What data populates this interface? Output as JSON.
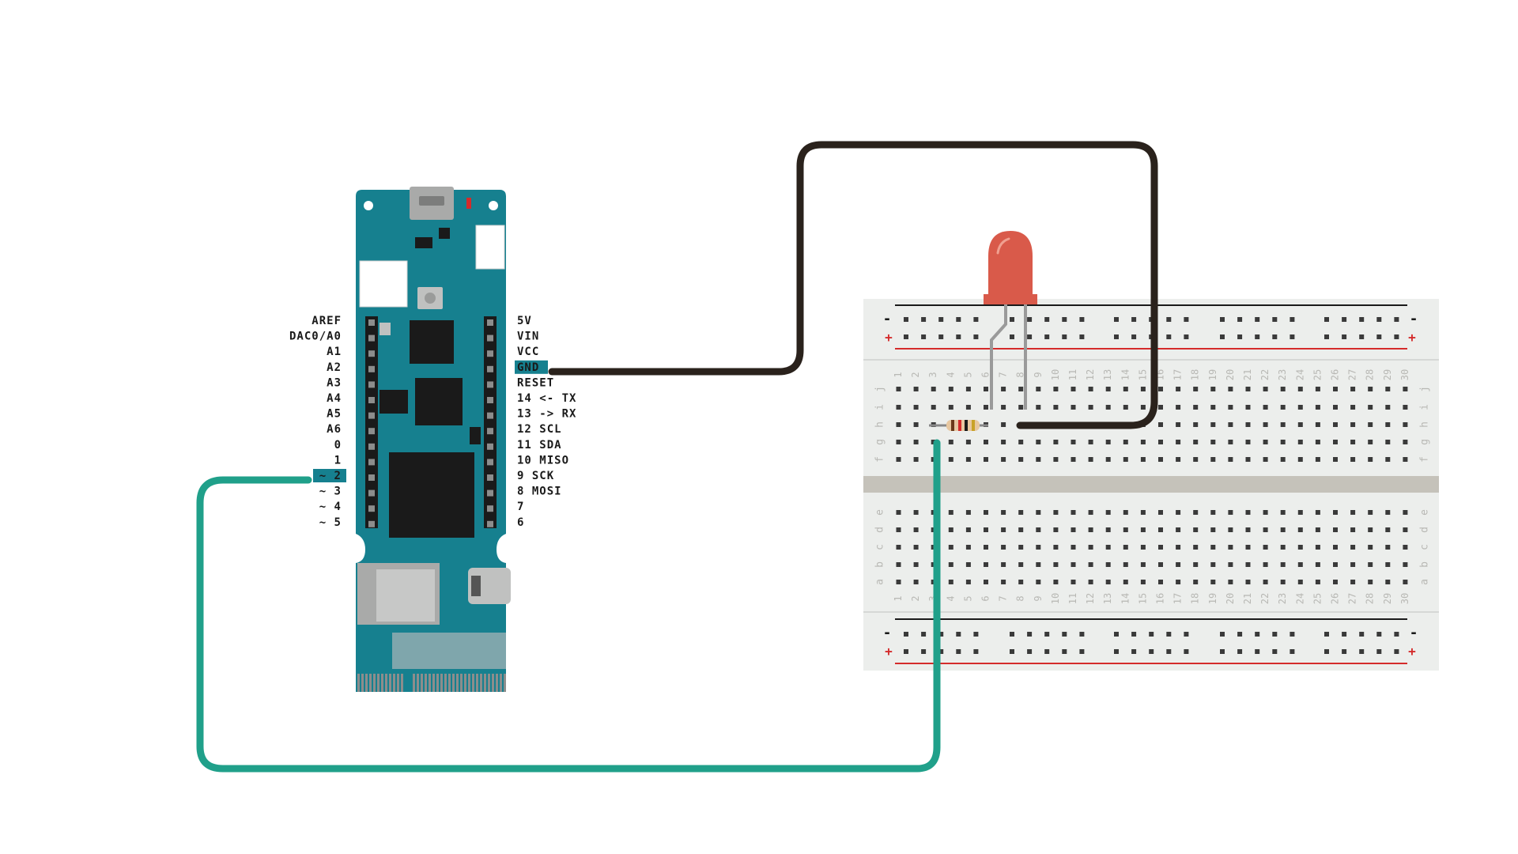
{
  "board": {
    "left_pins": [
      "AREF",
      "DAC0/A0",
      "A1",
      "A2",
      "A3",
      "A4",
      "A5",
      "A6",
      "0",
      "1",
      "~ 2",
      "~ 3",
      "~ 4",
      "~ 5"
    ],
    "right_pins": [
      "5V",
      "VIN",
      "VCC",
      "GND",
      "RESET",
      "14 <- TX",
      "13 -> RX",
      "12 SCL",
      "11 SDA",
      "10 MISO",
      "9 SCK",
      "8 MOSI",
      "7",
      "6"
    ],
    "highlighted_left": "~ 2",
    "highlighted_right": "GND",
    "colors": {
      "board": "#16808f",
      "board_dark": "#0e6470",
      "highlight": "#16808f"
    }
  },
  "breadboard": {
    "columns": [
      "1",
      "2",
      "3",
      "4",
      "5",
      "6",
      "7",
      "8",
      "9",
      "10",
      "11",
      "12",
      "13",
      "14",
      "15",
      "16",
      "17",
      "18",
      "19",
      "20",
      "21",
      "22",
      "23",
      "24",
      "25",
      "26",
      "27",
      "28",
      "29",
      "30"
    ],
    "top_row_letters": [
      "j",
      "i",
      "h",
      "g",
      "f"
    ],
    "bottom_row_letters": [
      "e",
      "d",
      "c",
      "b",
      "a"
    ],
    "rail_minus": "-",
    "rail_plus": "+",
    "colors": {
      "body": "#eceeec",
      "hole": "#3a3a3a",
      "rail_red": "#d42b2b",
      "rail_black": "#1a1a1a",
      "divider": "#c5c2ba"
    }
  },
  "components": {
    "led": {
      "icon": "red-led-icon",
      "color": "#d95a4a"
    },
    "resistor": {
      "icon": "resistor-icon",
      "bands": [
        "#6b3a1a",
        "#d42b2b",
        "#1a1a1a",
        "#c9a227"
      ]
    }
  },
  "wires": {
    "gnd_wire_color": "#2a221c",
    "signal_wire_color": "#20a08a"
  }
}
